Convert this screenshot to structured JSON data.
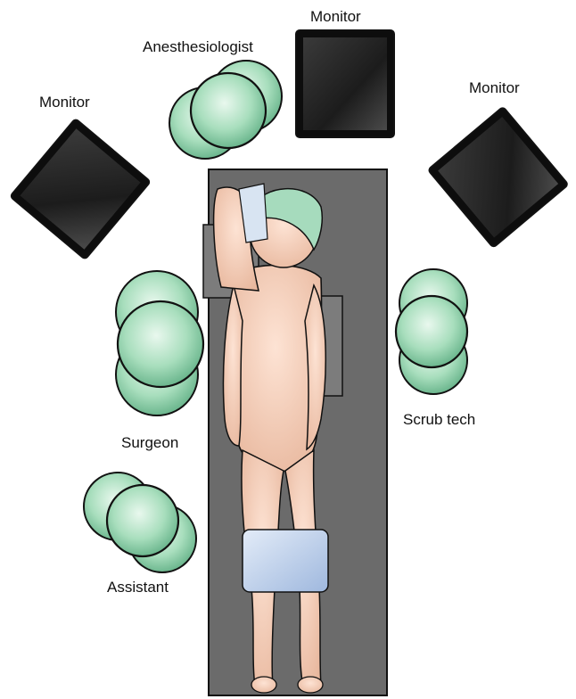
{
  "labels": {
    "monitor_top": "Monitor",
    "monitor_left": "Monitor",
    "monitor_right": "Monitor",
    "anesthesiologist": "Anesthesiologist",
    "surgeon": "Surgeon",
    "scrub_tech": "Scrub tech",
    "assistant": "Assistant"
  },
  "colors": {
    "staff_fill": "#8fd4ac",
    "staff_outline": "#111111",
    "monitor_dark": "#1a1a1a",
    "table": "#6a6a6a",
    "skin": "#f2c7b0",
    "cap": "#9ed8b4",
    "pad": "#b9cdea"
  }
}
